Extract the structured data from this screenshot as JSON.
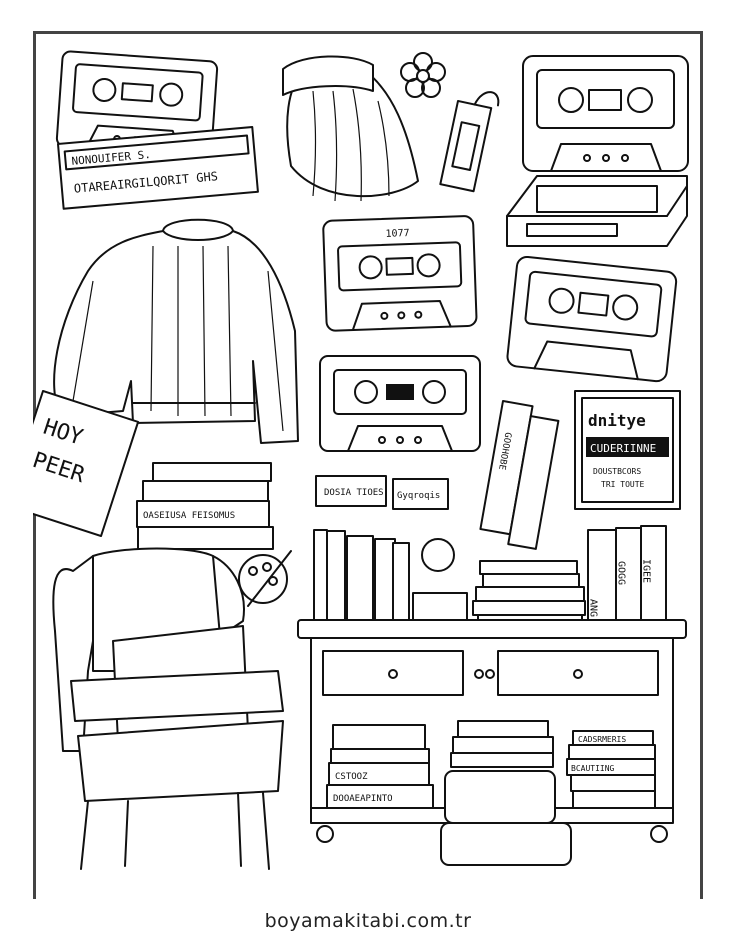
{
  "colors": {
    "line": "#111111",
    "frame": "#444444",
    "paper": "#ffffff"
  },
  "labels": {
    "tape_card_line1": "NONOUIFER S.",
    "tape_card_line2": "OTAREAIRGILQORIT GHS",
    "cassette_center_label": "1077",
    "paper_sheet_line1": "HOY",
    "paper_sheet_line2": "PEER",
    "book_stack_label": "OASEIUSA FEISOMUS",
    "small_card_left": "DOSIA TIOES",
    "small_card_right": "Gyqroqis",
    "poster_title": "dnitye",
    "poster_subtitle": "CUDERIINNE",
    "poster_line1": "DOUSTBCORS",
    "poster_line2": "TRI TOUTE",
    "magazine_spine": "GOOHOBE",
    "shelf_book_right": "GOGG",
    "shelf_book_left": "ANG",
    "shelf_book_right2": "IGEE",
    "under_stack_a": "CSTOOZ",
    "under_stack_b": "DOOAEAPINTO",
    "under_stack_c1": "CADSRMERIS",
    "under_stack_c2": "BCAUTIING"
  },
  "footer": {
    "site": "boyamakitabi.com.tr"
  }
}
